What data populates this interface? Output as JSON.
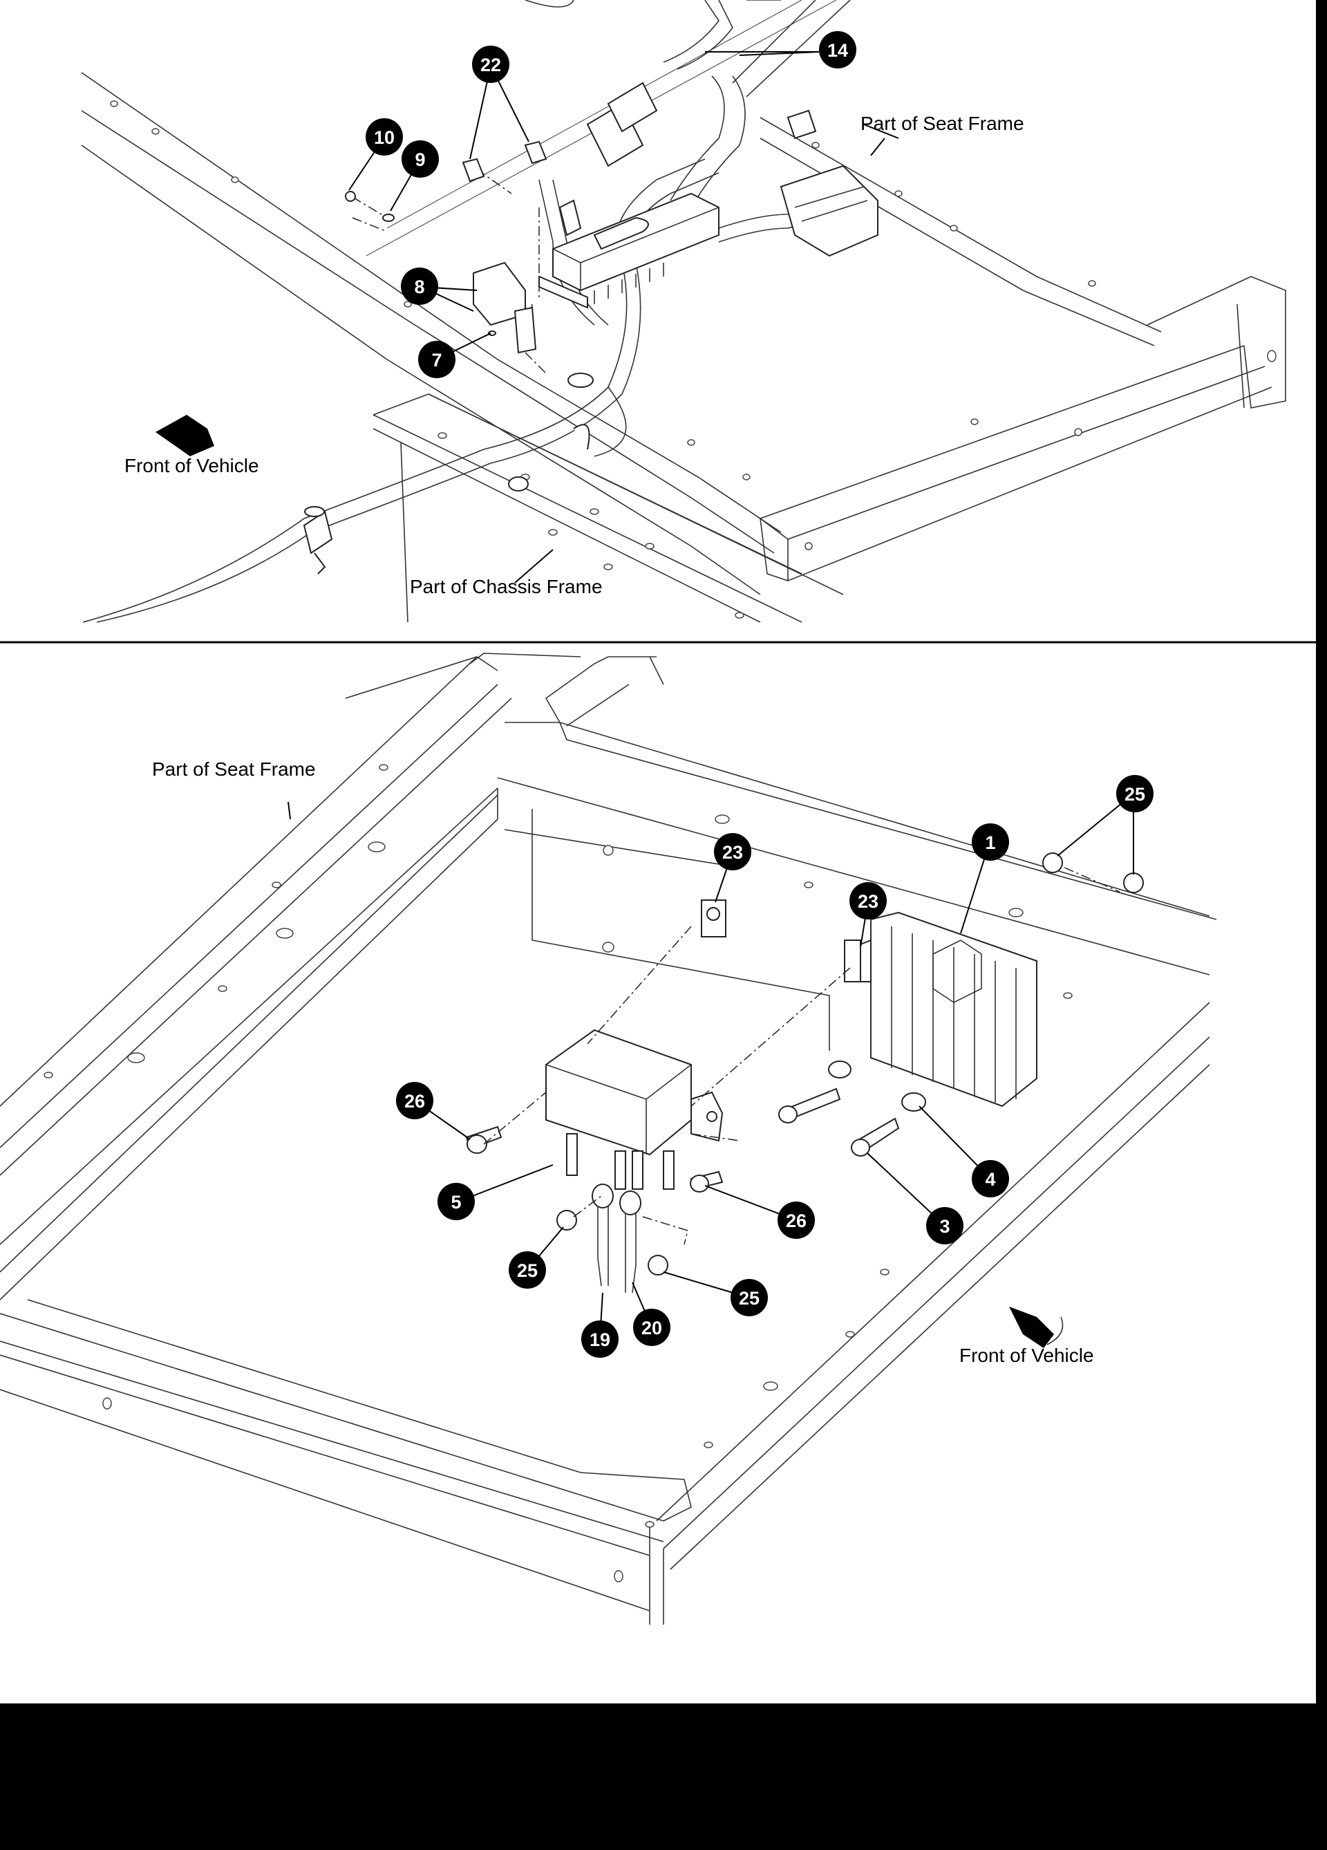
{
  "panels": {
    "top": {
      "labels": {
        "seat_frame": "Part of Seat Frame",
        "chassis_frame": "Part of Chassis Frame",
        "front": "Front of Vehicle"
      },
      "callouts": [
        "22",
        "14",
        "10",
        "9",
        "8",
        "7"
      ]
    },
    "bottom": {
      "labels": {
        "seat_frame": "Part of Seat Frame",
        "front": "Front of Vehicle"
      },
      "callouts": [
        "25",
        "1",
        "23",
        "23",
        "26",
        "5",
        "4",
        "3",
        "26",
        "25",
        "25",
        "20",
        "19"
      ]
    }
  },
  "colors": {
    "ink": "#000000",
    "line": "#333333",
    "paper": "#ffffff",
    "footer": "#000000"
  }
}
